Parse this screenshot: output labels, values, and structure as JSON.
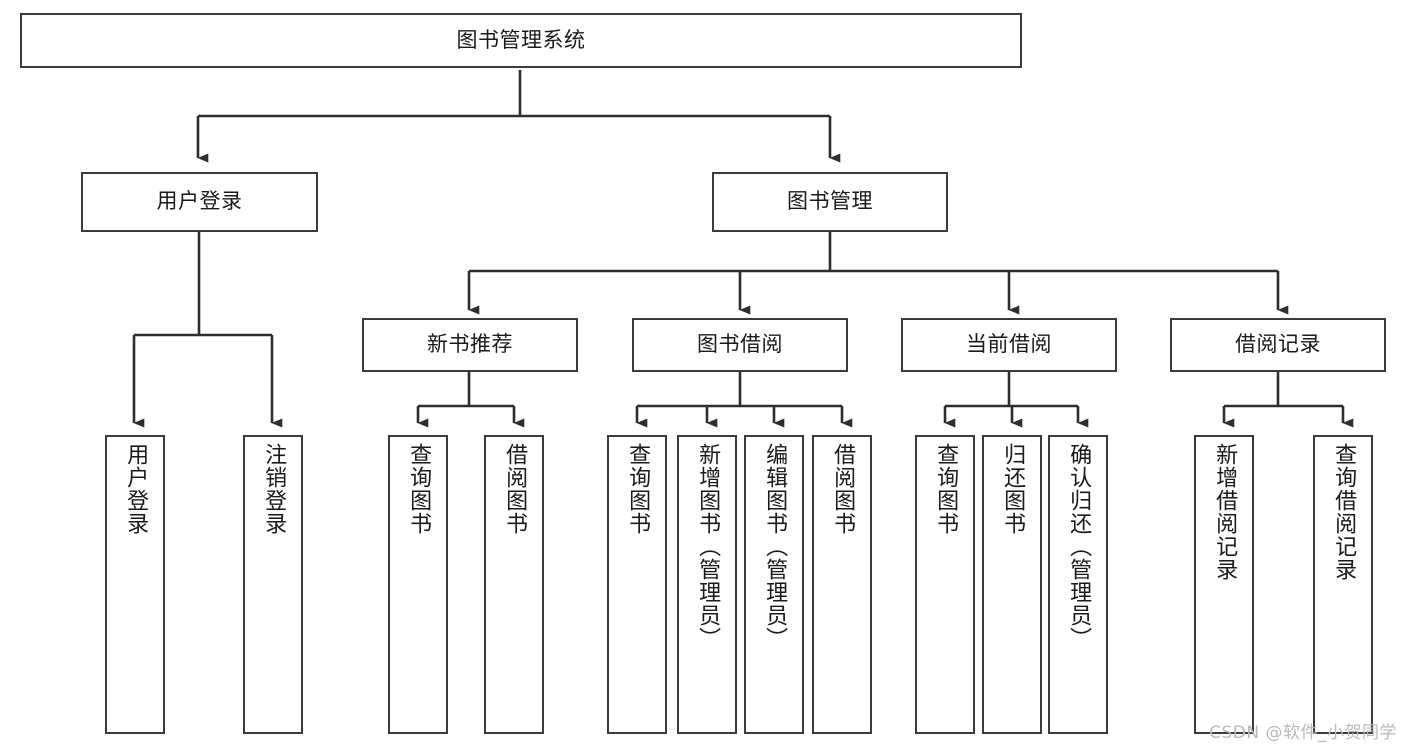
{
  "diagram": {
    "title": "图书管理系统",
    "type": "tree",
    "watermark": "CSDN @软件_小贺同学",
    "colors": {
      "stroke": "#3b3b3b",
      "fill": "#ffffff",
      "text": "#1a1a1a",
      "watermark": "#b9b9b9"
    },
    "nodes": {
      "root": {
        "label": "图书管理系统"
      },
      "level1": [
        {
          "label": "用户登录"
        },
        {
          "label": "图书管理"
        }
      ],
      "level2": [
        {
          "label": "新书推荐"
        },
        {
          "label": "图书借阅"
        },
        {
          "label": "当前借阅"
        },
        {
          "label": "借阅记录"
        }
      ],
      "leaves": {
        "user_login": [
          {
            "label": "用户登录"
          },
          {
            "label": "注销登录"
          }
        ],
        "new_book_recommend": [
          {
            "label": "查询图书"
          },
          {
            "label": "借阅图书"
          }
        ],
        "book_borrow": [
          {
            "label": "查询图书"
          },
          {
            "label": "新增图书（管理员）"
          },
          {
            "label": "编辑图书（管理员）"
          },
          {
            "label": "借阅图书"
          }
        ],
        "current_borrow": [
          {
            "label": "查询图书"
          },
          {
            "label": "归还图书"
          },
          {
            "label": "确认归还（管理员）"
          }
        ],
        "borrow_records": [
          {
            "label": "新增借阅记录"
          },
          {
            "label": "查询借阅记录"
          }
        ]
      }
    }
  }
}
